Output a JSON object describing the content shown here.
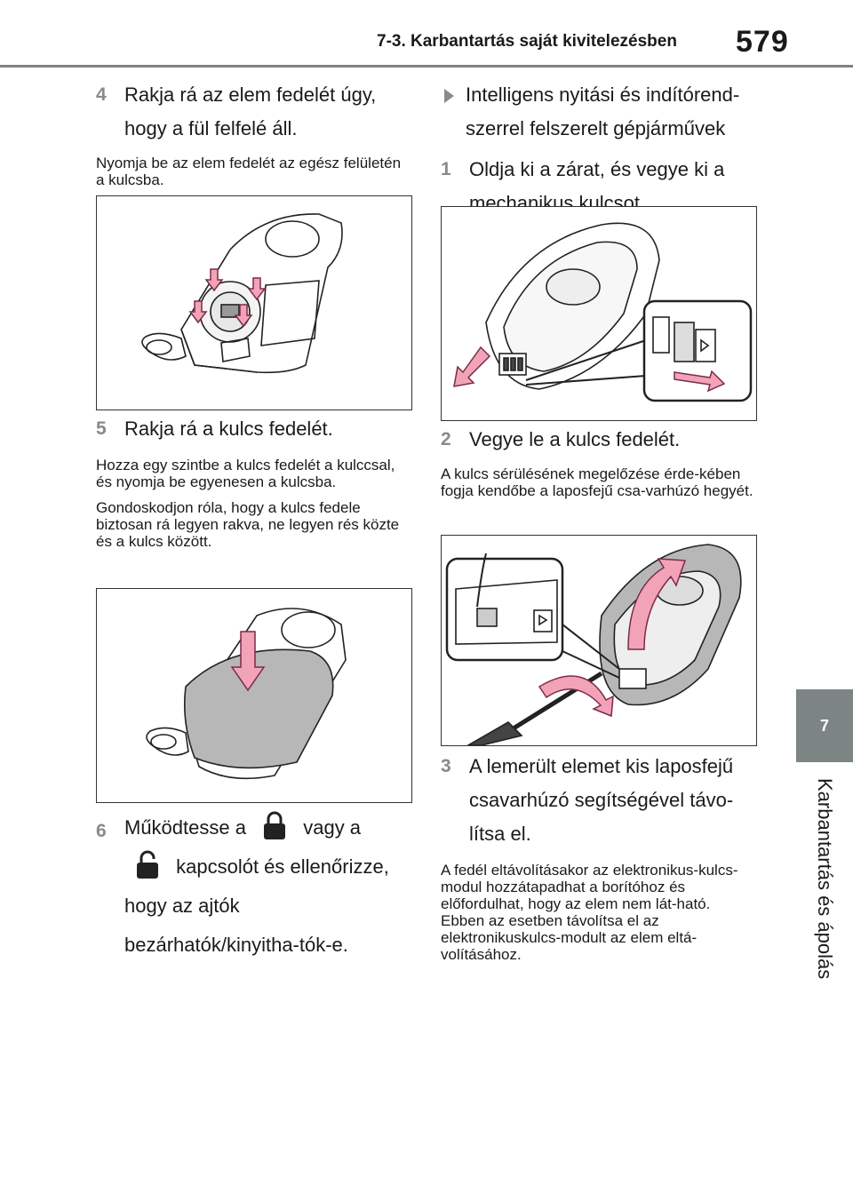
{
  "header": {
    "section_title": "7-3. Karbantartás saját kivitelezésben",
    "page_number": "579"
  },
  "side": {
    "chapter_number": "7",
    "chapter_title": "Karbantartás és ápolás"
  },
  "left": {
    "step4": {
      "number": "4",
      "text": "Rakja rá az elem fedelét úgy, hogy a fül felfelé áll.",
      "note": "Nyomja be az elem fedelét az egész felületén a kulcsba."
    },
    "step5": {
      "number": "5",
      "text": "Rakja rá a kulcs fedelét.",
      "note1": "Hozza egy szintbe a kulcs fedelét a kulccsal, és nyomja be egyenesen a kulcsba.",
      "note2": "Gondoskodjon róla, hogy a kulcs fedele biztosan rá legyen rakva, ne legyen rés közte és a kulcs között."
    },
    "step6": {
      "number": "6",
      "text_a": "Működtesse a",
      "text_b": "vagy a",
      "text_c": "kapcsolót és ellenőrizze, hogy az ajtók bezárhatók/kinyitha-tók-e.",
      "icon_lock": "lock-icon",
      "icon_unlock": "unlock-icon"
    }
  },
  "right": {
    "bullet": "Intelligens nyitási és indítórend-szerrel felszerelt gépjárművek",
    "step1": {
      "number": "1",
      "text": "Oldja ki a zárat, és vegye ki a mechanikus kulcsot."
    },
    "step2": {
      "number": "2",
      "text": "Vegye le a kulcs fedelét.",
      "note": "A kulcs sérülésének megelőzése érde-kében fogja kendőbe a laposfejű csa-varhúzó hegyét."
    },
    "step3": {
      "number": "3",
      "text": "A lemerült elemet kis laposfejű csavarhúzó segítségével távo-lítsa el.",
      "note": "A fedél eltávolításakor az elektronikus-kulcs-modul hozzátapadhat a borítóhoz és előfordulhat, hogy az elem nem lát-ható. Ebben az esetben távolítsa el az elektronikuskulcs-modult az elem eltá-volításához."
    }
  },
  "colors": {
    "accent_gray": "#7d8584",
    "arrow_pink": "#f2a3b8",
    "cover_gray": "#b7b7b7"
  }
}
